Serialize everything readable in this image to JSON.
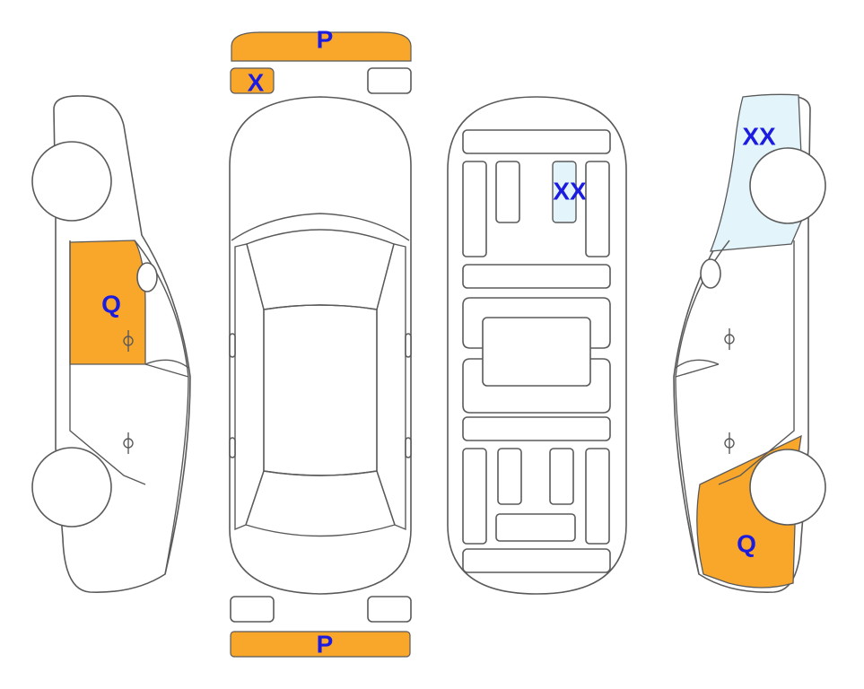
{
  "colors": {
    "damage_orange": "#F9A72B",
    "damage_light_blue": "#E3F5FB",
    "label_blue": "#1C1CE0",
    "outline": "#5a5a5a"
  },
  "markers": {
    "front_bumper": "P",
    "front_left_light": "X",
    "rear_bumper": "P",
    "left_front_door": "Q",
    "underbody_panel": "XX",
    "right_front_fender": "XX",
    "right_rear_quarter": "Q"
  }
}
